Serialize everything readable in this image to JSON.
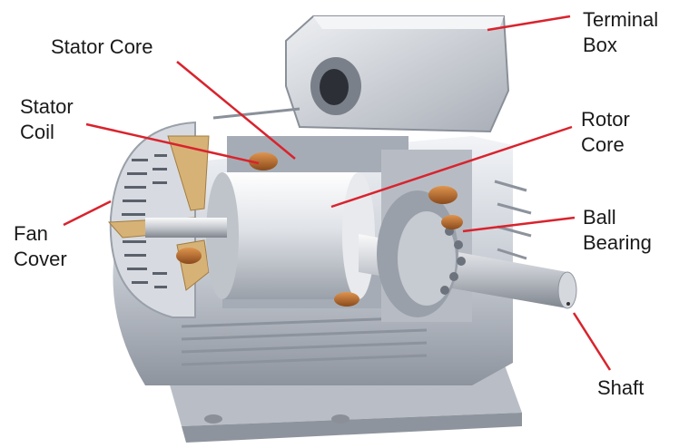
{
  "colors": {
    "leader_line": "#d9232d",
    "metal_light": "#e4e7ec",
    "metal_mid": "#b8bdc6",
    "metal_dark": "#7d838e",
    "copper": "#b86a2c",
    "fan_blade": "#d7b277"
  },
  "labels": {
    "terminal_box": {
      "line1": "Terminal",
      "line2": "Box"
    },
    "stator_core": {
      "line1": "Stator Core"
    },
    "stator_coil": {
      "line1": "Stator",
      "line2": "Coil"
    },
    "rotor_core": {
      "line1": "Rotor",
      "line2": "Core"
    },
    "fan_cover": {
      "line1": "Fan",
      "line2": "Cover"
    },
    "ball_bearing": {
      "line1": "Ball",
      "line2": "Bearing"
    },
    "shaft": {
      "line1": "Shaft"
    }
  }
}
